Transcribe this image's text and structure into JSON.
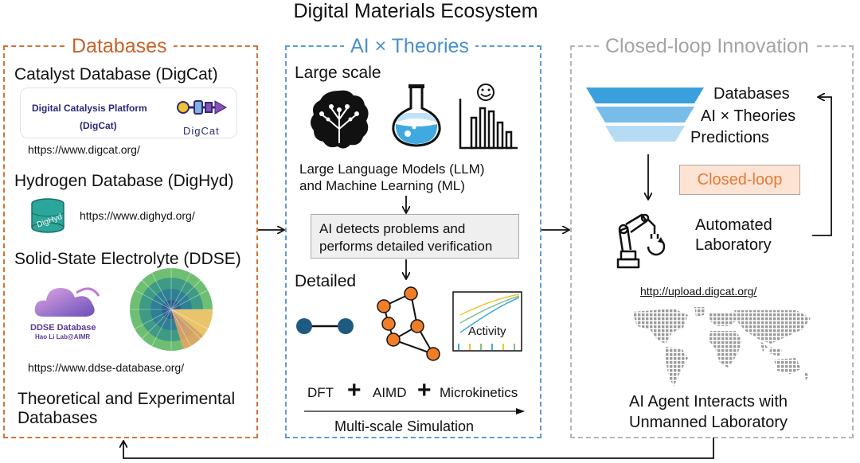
{
  "title": "Digital Materials Ecosystem",
  "colors": {
    "databases": "#c8632a",
    "ai_theories": "#4a8fcf",
    "closed_loop": "#a4a4a4",
    "closed_loop_box": "#fde3d4",
    "node_orange": "#f07e26",
    "node_blue": "#1f5b80"
  },
  "databases": {
    "title": "Databases",
    "digcat": {
      "heading": "Catalyst Database (DigCat)",
      "card_line1": "Digital Catalysis Platform",
      "card_line2": "(DigCat)",
      "logo_text": "DigCat",
      "url": "https://www.digcat.org/"
    },
    "dighyd": {
      "heading": "Hydrogen Database (DigHyd)",
      "logo_text": "DigHyd",
      "url": "https://www.dighyd.org/"
    },
    "ddse": {
      "heading": "Solid-State Electrolyte (DDSE)",
      "logo_line1": "DDSE Database",
      "logo_line2": "Hao Li Lab@AIMR",
      "url": "https://www.ddse-database.org/"
    },
    "footer_line1": "Theoretical and Experimental",
    "footer_line2": "Databases"
  },
  "ai": {
    "title": "AI × Theories",
    "large_scale": "Large scale",
    "llm_line1": "Large Language Models (LLM)",
    "llm_line2": "and Machine Learning (ML)",
    "verify_line1": "AI detects problems and",
    "verify_line2": "performs detailed verification",
    "detailed": "Detailed",
    "activity": "Activity",
    "dft": "DFT",
    "aimd": "AIMD",
    "microkinetics": "Microkinetics",
    "plus": "+",
    "multiscale": "Multi-scale Simulation"
  },
  "closed_loop": {
    "title": "Closed-loop Innovation",
    "funnel": [
      "Databases",
      "AI × Theories",
      "Predictions"
    ],
    "box_label": "Closed-loop",
    "lab_line1": "Automated",
    "lab_line2": "Laboratory",
    "url": "http://upload.digcat.org/",
    "agent_line1": "AI Agent Interacts with",
    "agent_line2": "Unmanned Laboratory"
  }
}
